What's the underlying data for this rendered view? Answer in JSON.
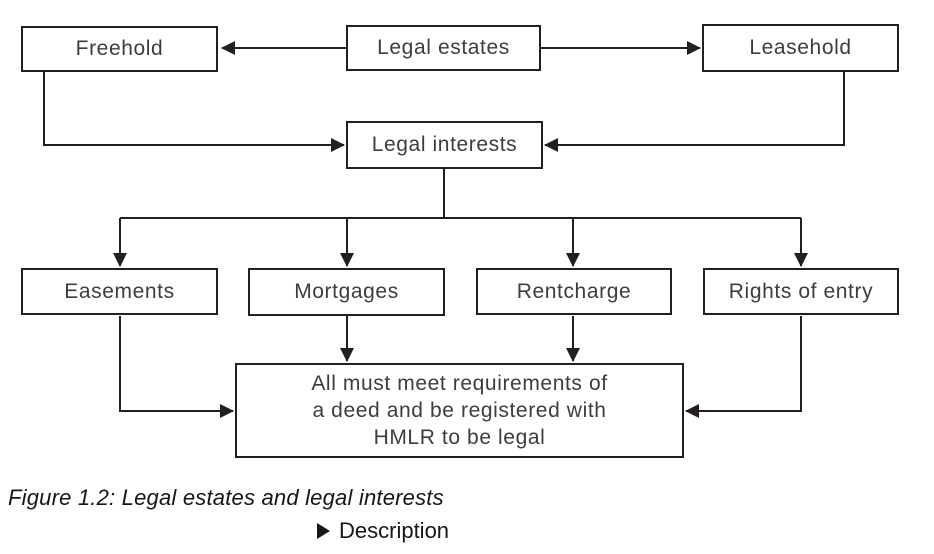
{
  "diagram": {
    "nodes": {
      "legal_estates": {
        "label": "Legal estates"
      },
      "freehold": {
        "label": "Freehold"
      },
      "leasehold": {
        "label": "Leasehold"
      },
      "legal_interests": {
        "label": "Legal interests"
      },
      "easements": {
        "label": "Easements"
      },
      "mortgages": {
        "label": "Mortgages"
      },
      "rentcharge": {
        "label": "Rentcharge"
      },
      "rights_of_entry": {
        "label": "Rights of entry"
      },
      "requirements": {
        "line1": "All must meet requirements of",
        "line2": "a deed and be registered with",
        "line3": "HMLR to be legal"
      }
    },
    "edges": [
      {
        "from": "legal_estates",
        "to": "freehold"
      },
      {
        "from": "legal_estates",
        "to": "leasehold"
      },
      {
        "from": "freehold",
        "to": "legal_interests"
      },
      {
        "from": "leasehold",
        "to": "legal_interests"
      },
      {
        "from": "legal_interests",
        "to": "easements"
      },
      {
        "from": "legal_interests",
        "to": "mortgages"
      },
      {
        "from": "legal_interests",
        "to": "rentcharge"
      },
      {
        "from": "legal_interests",
        "to": "rights_of_entry"
      },
      {
        "from": "easements",
        "to": "requirements"
      },
      {
        "from": "mortgages",
        "to": "requirements"
      },
      {
        "from": "rentcharge",
        "to": "requirements"
      },
      {
        "from": "rights_of_entry",
        "to": "requirements"
      }
    ],
    "colors": {
      "line": "#231f20",
      "box_text": "#3d3d3d",
      "caption_text": "#161616",
      "background": "#ffffff"
    }
  },
  "figure": {
    "caption": "Figure 1.2: Legal estates and legal interests",
    "description_label": "Description"
  }
}
